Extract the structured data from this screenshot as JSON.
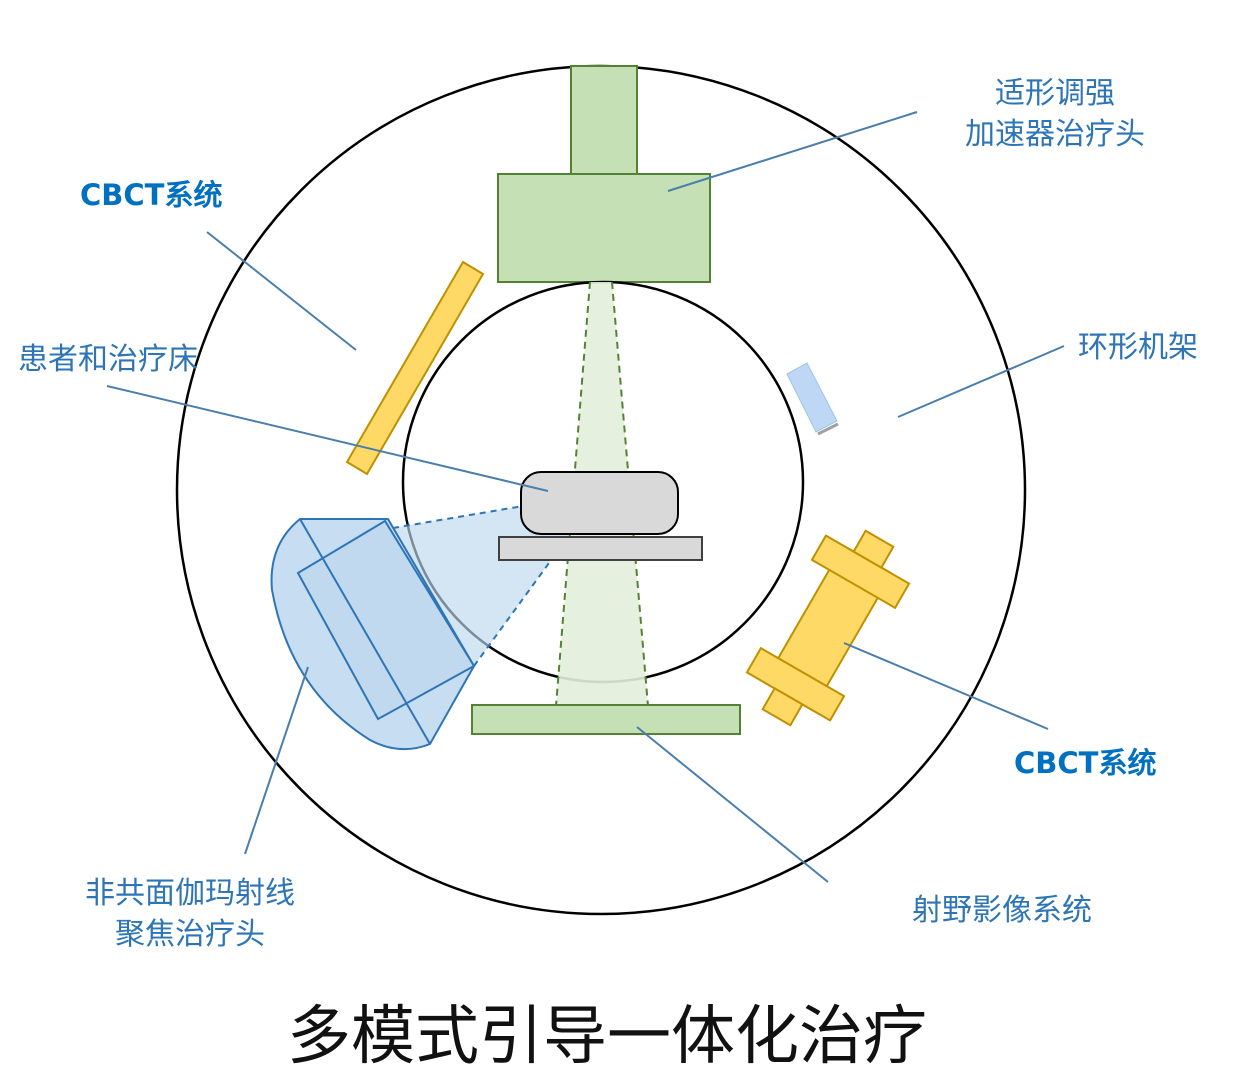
{
  "labels": {
    "linac_line1": "适形调强",
    "linac_line2": "加速器治疗头",
    "cbct_top": "CBCT系统",
    "patient_couch": "患者和治疗床",
    "ring_gantry": "环形机架",
    "cbct_bottom": "CBCT系统",
    "gamma_line1": "非共面伽玛射线",
    "gamma_line2": "聚焦治疗头",
    "portal_imaging": "射野影像系统"
  },
  "caption": "多模式引导一体化治疗",
  "colors": {
    "green_fill": "#c5e0b4",
    "green_stroke": "#548235",
    "yellow_fill": "#ffd966",
    "yellow_stroke": "#bf9000",
    "blue_fill": "#bdd7ee",
    "blue_stroke": "#2e75b6",
    "light_blue": "#bdd7f5",
    "gray_fill": "#d9d9d9",
    "label_blue": "#2e75b6",
    "cbct_blue": "#0070c0"
  }
}
